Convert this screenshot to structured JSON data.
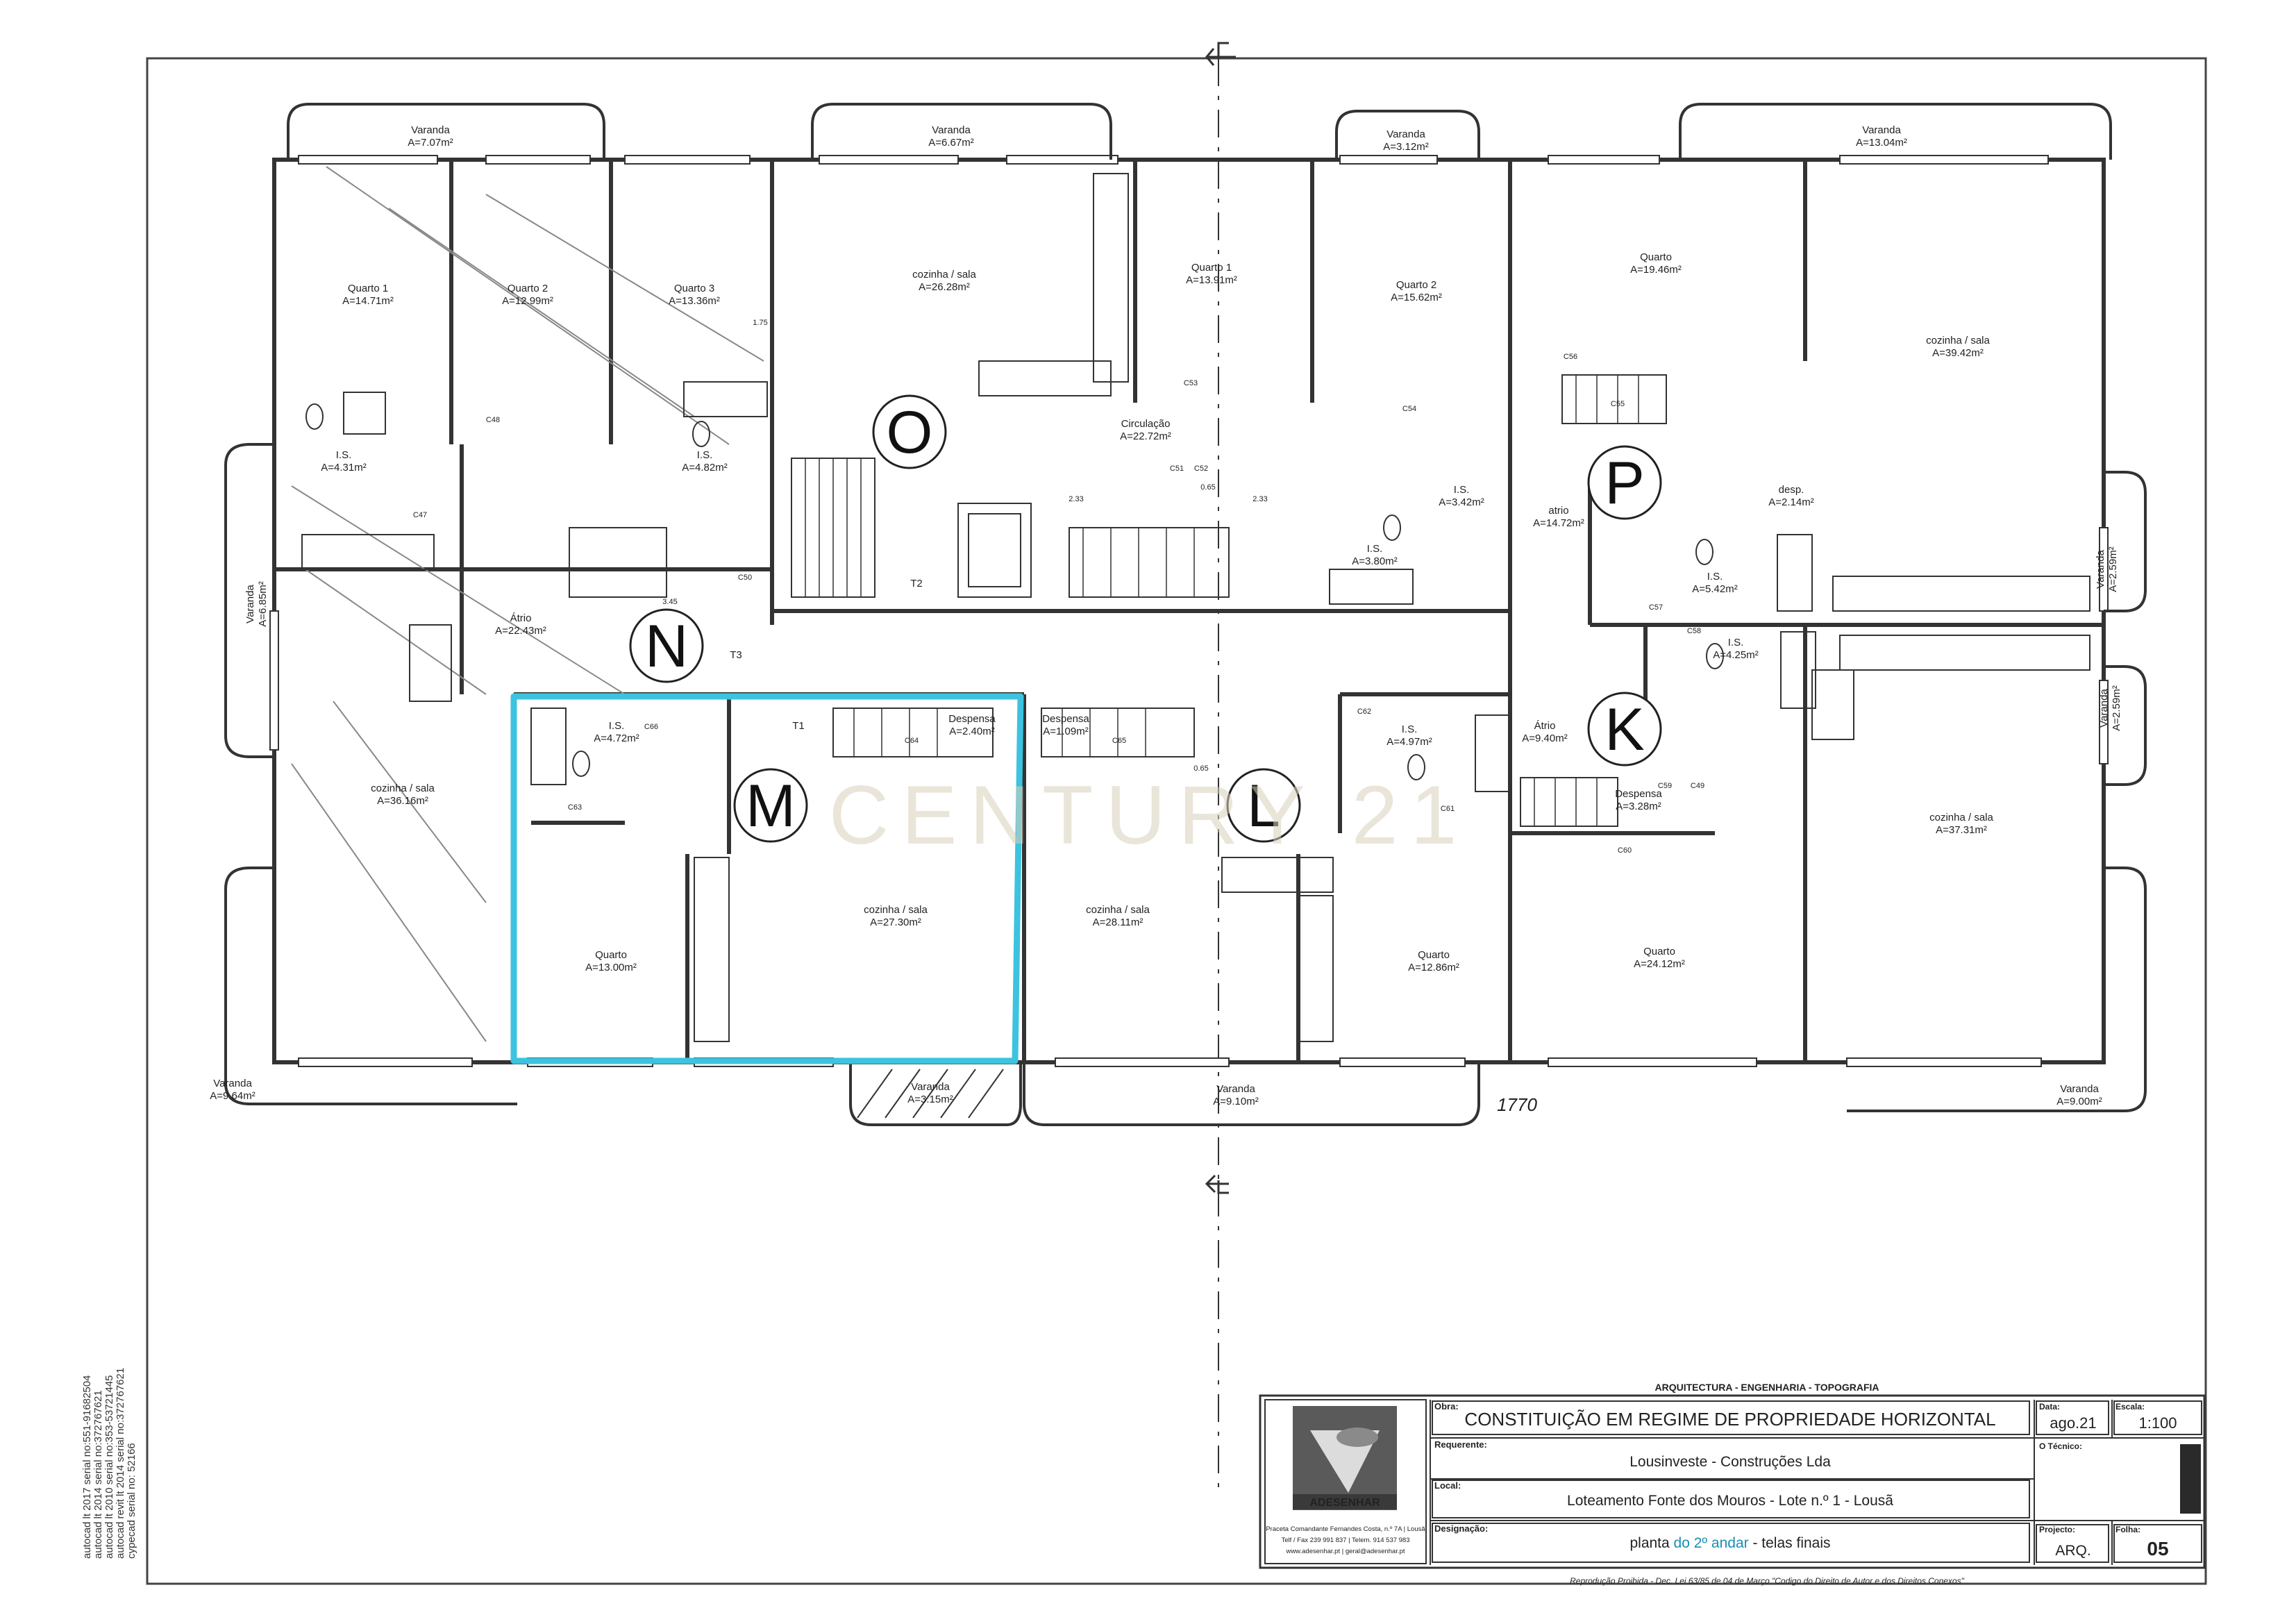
{
  "rooms": [
    {
      "id": "N-varanda-top",
      "name": "Varanda",
      "area": "A=7.07m²"
    },
    {
      "id": "N-quarto1",
      "name": "Quarto 1",
      "area": "A=14.71m²"
    },
    {
      "id": "N-quarto2",
      "name": "Quarto 2",
      "area": "A=12.99m²"
    },
    {
      "id": "N-quarto3",
      "name": "Quarto 3",
      "area": "A=13.36m²"
    },
    {
      "id": "N-is1",
      "name": "I.S.",
      "area": "A=4.31m²"
    },
    {
      "id": "N-is2",
      "name": "I.S.",
      "area": "A=4.82m²"
    },
    {
      "id": "N-atrio",
      "name": "Átrio",
      "area": "A=22.43m²"
    },
    {
      "id": "N-cozinha",
      "name": "cozinha / sala",
      "area": "A=36.16m²"
    },
    {
      "id": "N-varanda-left",
      "name": "Varanda",
      "area": "A=6.85m²"
    },
    {
      "id": "N-varanda-bottom",
      "name": "Varanda",
      "area": "A=9.64m²"
    },
    {
      "id": "O-varanda",
      "name": "Varanda",
      "area": "A=6.67m²"
    },
    {
      "id": "O-cozinha",
      "name": "cozinha / sala",
      "area": "A=26.28m²"
    },
    {
      "id": "O-quarto1",
      "name": "Quarto 1",
      "area": "A=13.91m²"
    },
    {
      "id": "O-quarto2",
      "name": "Quarto 2",
      "area": "A=15.62m²"
    },
    {
      "id": "O-varanda2",
      "name": "Varanda",
      "area": "A=3.12m²"
    },
    {
      "id": "O-circulacao",
      "name": "Circulação",
      "area": "A=22.72m²"
    },
    {
      "id": "O-is1",
      "name": "I.S.",
      "area": "A=3.42m²"
    },
    {
      "id": "O-is2",
      "name": "I.S.",
      "area": "A=3.80m²"
    },
    {
      "id": "P-varanda",
      "name": "Varanda",
      "area": "A=13.04m²"
    },
    {
      "id": "P-quarto",
      "name": "Quarto",
      "area": "A=19.46m²"
    },
    {
      "id": "P-cozinha",
      "name": "cozinha / sala",
      "area": "A=39.42m²"
    },
    {
      "id": "P-atrio",
      "name": "atrio",
      "area": "A=14.72m²"
    },
    {
      "id": "P-is",
      "name": "I.S.",
      "area": "A=5.42m²"
    },
    {
      "id": "P-desp",
      "name": "desp.",
      "area": "A=2.14m²"
    },
    {
      "id": "P-varanda-right",
      "name": "Varanda",
      "area": "A=2.59m²"
    },
    {
      "id": "M-is",
      "name": "I.S.",
      "area": "A=4.72m²"
    },
    {
      "id": "M-despensa",
      "name": "Despensa",
      "area": "A=2.40m²"
    },
    {
      "id": "M-quarto",
      "name": "Quarto",
      "area": "A=13.00m²"
    },
    {
      "id": "M-cozinha",
      "name": "cozinha / sala",
      "area": "A=27.30m²"
    },
    {
      "id": "M-varanda",
      "name": "Varanda",
      "area": "A=3.15m²"
    },
    {
      "id": "L-despensa",
      "name": "Despensa",
      "area": "A=1.09m²"
    },
    {
      "id": "L-is",
      "name": "I.S.",
      "area": "A=4.97m²"
    },
    {
      "id": "L-cozinha",
      "name": "cozinha / sala",
      "area": "A=28.11m²"
    },
    {
      "id": "L-quarto",
      "name": "Quarto",
      "area": "A=12.86m²"
    },
    {
      "id": "L-varanda",
      "name": "Varanda",
      "area": "A=9.10m²"
    },
    {
      "id": "K-is",
      "name": "I.S.",
      "area": "A=4.25m²"
    },
    {
      "id": "K-atrio",
      "name": "Átrio",
      "area": "A=9.40m²"
    },
    {
      "id": "K-despensa",
      "name": "Despensa",
      "area": "A=3.28m²"
    },
    {
      "id": "K-cozinha",
      "name": "cozinha / sala",
      "area": "A=37.31m²"
    },
    {
      "id": "K-quarto",
      "name": "Quarto",
      "area": "A=24.12m²"
    },
    {
      "id": "K-varanda",
      "name": "Varanda",
      "area": "A=9.00m²"
    },
    {
      "id": "K-varanda-right",
      "name": "Varanda",
      "area": "A=2.59m²"
    }
  ],
  "units": [
    "N",
    "O",
    "P",
    "M",
    "L",
    "K"
  ],
  "marks": {
    "t1": "T1",
    "t2": "T2",
    "t3": "T3",
    "c47": "C47",
    "c48": "C48",
    "c49": "C49",
    "c50": "C50",
    "c51": "C51",
    "c52": "C52",
    "c53": "C53",
    "c54": "C54",
    "c55": "C55",
    "c56": "C56",
    "c57": "C57",
    "c58": "C58",
    "c59": "C59",
    "c60": "C60",
    "c61": "C61",
    "c62": "C62",
    "c63": "C63",
    "c64": "C64",
    "c65": "C65",
    "c66": "C66",
    "d345": "3.45",
    "d233a": "2.33",
    "d233b": "2.33",
    "d065": "0.65",
    "d175": "1.75",
    "d065b": "0.65",
    "handwritten": "1770"
  },
  "watermark": "CENTURY 21",
  "title_block": {
    "header": "ARQUITECTURA - ENGENHARIA - TOPOGRAFIA",
    "obra_label": "Obra:",
    "obra": "CONSTITUIÇÃO EM REGIME DE PROPRIEDADE HORIZONTAL",
    "data_label": "Data:",
    "data": "ago.21",
    "escala_label": "Escala:",
    "escala": "1:100",
    "requerente_label": "Requerente:",
    "requerente": "Lousinveste - Construções Lda",
    "tecnico_label": "O Técnico:",
    "local_label": "Local:",
    "local": "Loteamento Fonte dos Mouros - Lote n.º 1 - Lousã",
    "designacao_label": "Designação:",
    "designacao_pre": "planta ",
    "designacao_hl": "do 2º andar",
    "designacao_post": " - telas finais",
    "projecto_label": "Projecto:",
    "projecto": "ARQ.",
    "folha_label": "Folha:",
    "folha": "05",
    "logo": "ADESENHAR",
    "address1": "Praceta Comandante Fernandes Costa, n.º 7A | Lousã",
    "address2": "Telf / Fax 239 991 837 | Telem. 914 537 983",
    "address3": "www.adesenhar.pt | geral@adesenhar.pt",
    "footer": "Reprodução Proibida - Dec. Lei 63/85 de 04 de Março \"Codigo do Direito de Autor e dos Direitos Conexos\""
  },
  "serials": [
    "autocad lt 2017 serial no:551-91682504",
    "autocad lt 2014 serial no:372767621",
    "autocad lt 2010 serial no:353-53721445",
    "autocad revit lt 2014 serial no:372767621",
    "cypecad serial no: 52166"
  ],
  "colors": {
    "highlight": "#3cc3df",
    "wall": "#333333",
    "watermark": "#d9d0bb"
  }
}
